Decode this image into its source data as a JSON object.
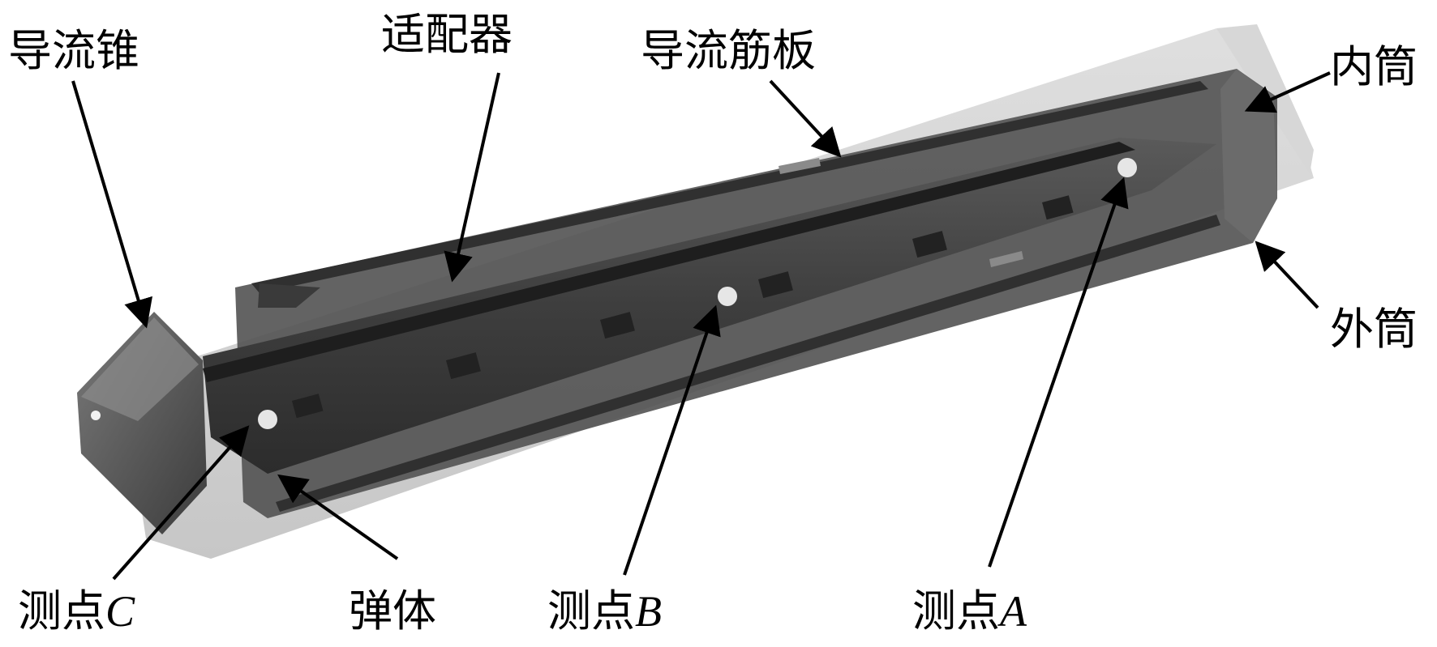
{
  "labels": {
    "nose_cone": "导流锥",
    "adapter": "适配器",
    "guide_rib": "导流筋板",
    "inner_tube": "内筒",
    "outer_tube": "外筒",
    "point_c": {
      "prefix": "测点",
      "letter": "C"
    },
    "projectile": "弹体",
    "point_b": {
      "prefix": "测点",
      "letter": "B"
    },
    "point_a": {
      "prefix": "测点",
      "letter": "A"
    }
  },
  "colors": {
    "outer_shell": "#c9c9c9",
    "body": "#4a4a4a",
    "body_dark": "#2b2b2b",
    "arrow": "#000000",
    "marker": "#e6e6e6"
  }
}
